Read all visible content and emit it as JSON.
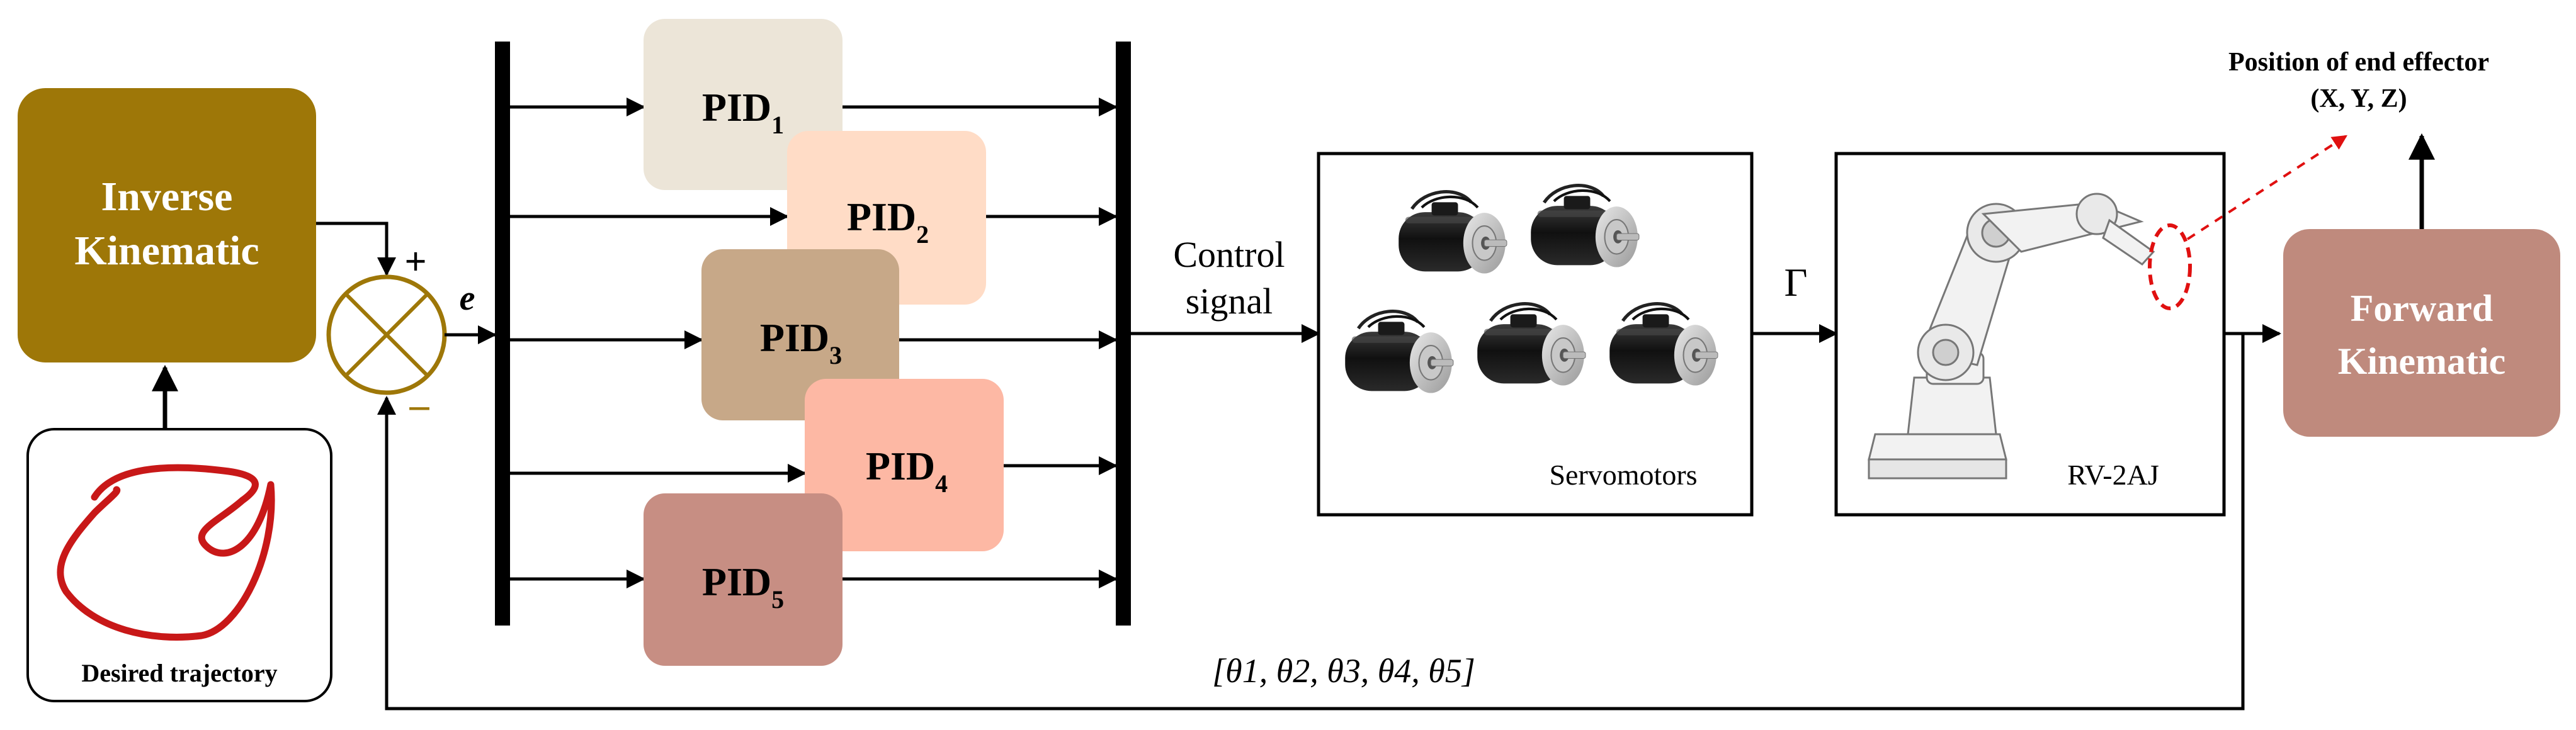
{
  "inverse_kinematic": {
    "line1": "Inverse",
    "line2": "Kinematic"
  },
  "forward_kinematic": {
    "line1": "Forward",
    "line2": "Kinematic"
  },
  "desired_trajectory": {
    "label": "Desired trajectory"
  },
  "summing_junction": {
    "plus": "+",
    "minus": "–"
  },
  "error_label": "e",
  "pid_blocks": [
    {
      "name": "PID",
      "sub": "1",
      "color": "#ece5d8"
    },
    {
      "name": "PID",
      "sub": "2",
      "color": "#ffdcc6"
    },
    {
      "name": "PID",
      "sub": "3",
      "color": "#c7a888"
    },
    {
      "name": "PID",
      "sub": "4",
      "color": "#fdb8a4"
    },
    {
      "name": "PID",
      "sub": "5",
      "color": "#c78e83"
    }
  ],
  "control_signal": {
    "line1": "Control",
    "line2": "signal"
  },
  "gamma": "Γ",
  "servomotors": {
    "label": "Servomotors"
  },
  "robot": {
    "label": "RV-2AJ"
  },
  "end_effector": {
    "line1": "Position of end effector",
    "line2": "(X, Y, Z)"
  },
  "feedback_label": "[θ1, θ2, θ3, θ4, θ5]",
  "colors": {
    "inverse_kinematic": "#9e7708",
    "forward_kinematic": "#bf8a7d",
    "trajectory": "#c81818",
    "lines": "#000000",
    "dashed": "#e01010"
  }
}
